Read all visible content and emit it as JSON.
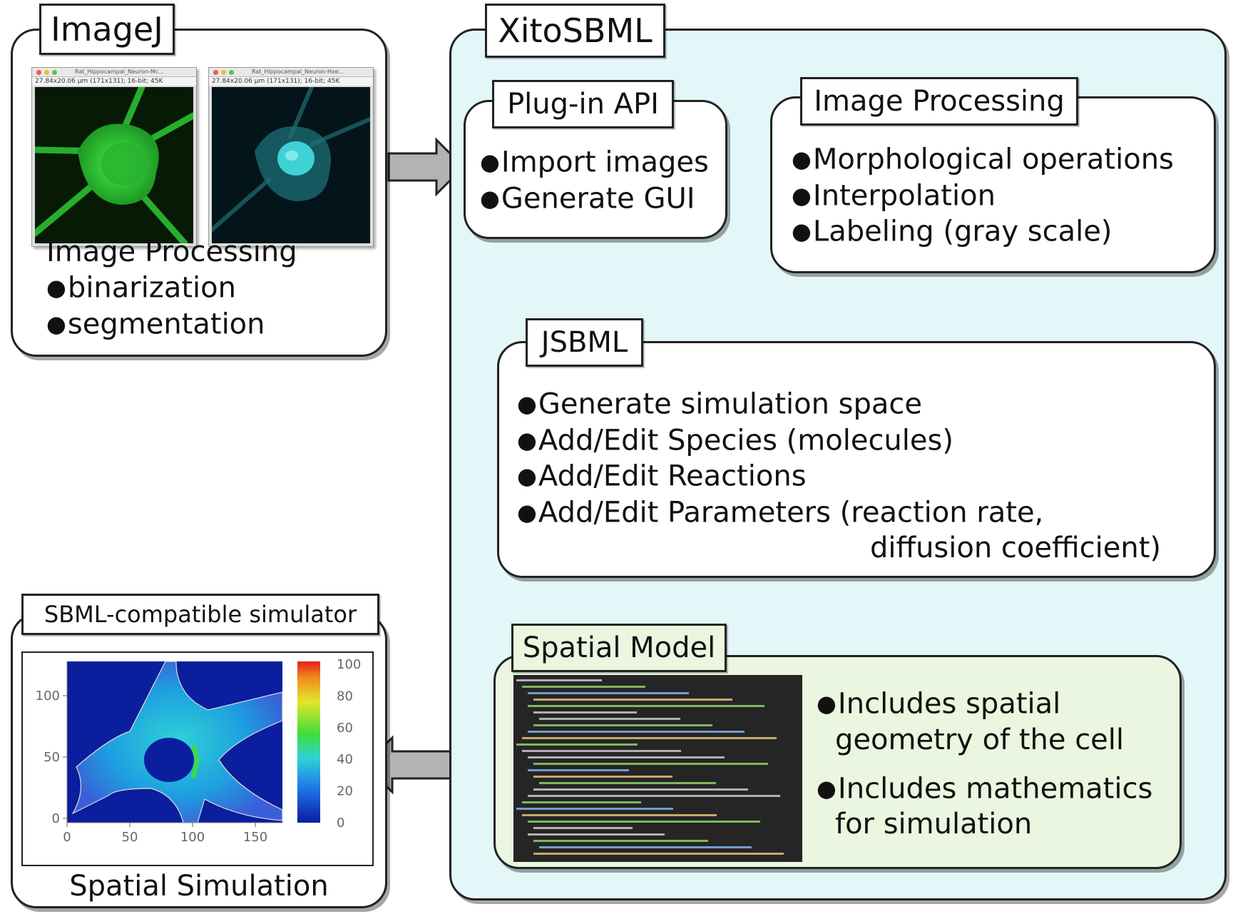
{
  "imagej": {
    "title": "ImageJ",
    "windows": [
      {
        "title": "Rat_Hippocampal_Neuron-Mc...",
        "info": "27.84x20.06 µm (171x131); 16-bit; 45K"
      },
      {
        "title": "Rat_Hippocampal_Neuron-Hoe...",
        "info": "27.84x20.06 µm (171x131); 16-bit; 45K"
      }
    ],
    "heading": "Image Processing",
    "bullets": [
      "binarization",
      "segmentation"
    ]
  },
  "xitosbml": {
    "title": "XitoSBML",
    "plugin": {
      "title": "Plug-in API",
      "bullets": [
        "Import images",
        "Generate GUI"
      ]
    },
    "processing": {
      "title": "Image Processing",
      "bullets": [
        "Morphological operations",
        "Interpolation",
        "Labeling (gray scale)"
      ]
    },
    "jsbml": {
      "title": "JSBML",
      "bullets": [
        "Generate simulation space",
        "Add/Edit Species (molecules)",
        "Add/Edit Reactions",
        "Add/Edit Parameters (reaction rate,"
      ],
      "continuation": "diffusion coefficient)"
    },
    "spatial": {
      "title": "Spatial Model",
      "bullet1": [
        "Includes spatial",
        "geometry of the cell"
      ],
      "bullet2": [
        "Includes mathematics",
        "for simulation"
      ]
    }
  },
  "simulator": {
    "title": "SBML-compatible simulator",
    "caption": "Spatial Simulation",
    "y_ticks": [
      "100",
      "50",
      "0"
    ],
    "x_ticks": [
      "0",
      "50",
      "100",
      "150"
    ],
    "colorbar_ticks": [
      "100",
      "80",
      "60",
      "40",
      "20",
      "0"
    ]
  },
  "colors": {
    "xito_bg": "#e3f7f8",
    "spatial_bg": "#eaf6df",
    "arrow_fill": "#b3b3b3",
    "neuron_green": "#2fd83a",
    "neuron_cyan": "#3fd1d6",
    "sim_blue": "#0a1e9e"
  }
}
